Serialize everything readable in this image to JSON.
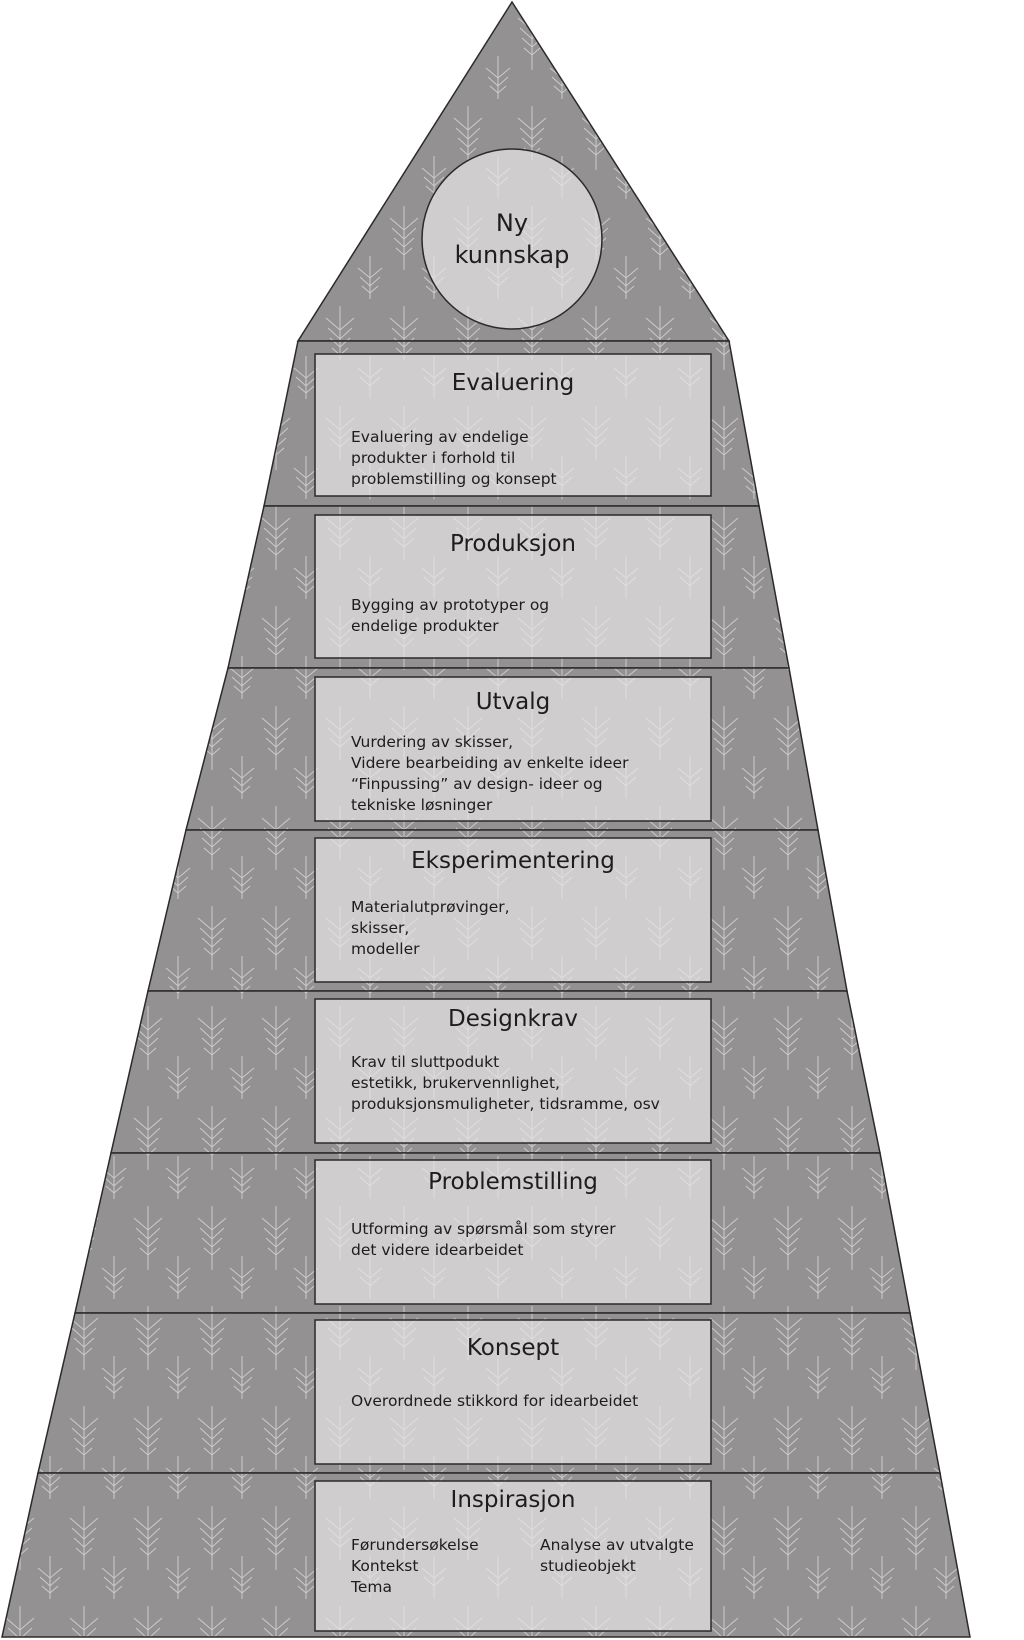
{
  "apex": {
    "line1": "Ny",
    "line2": "kunnskap"
  },
  "levels": [
    {
      "title": "Evaluering",
      "lines": [
        "Evaluering av endelige",
        "produkter i forhold til",
        "problemstilling og konsept"
      ]
    },
    {
      "title": "Produksjon",
      "lines": [
        "Bygging av prototyper og",
        "endelige produkter"
      ]
    },
    {
      "title": "Utvalg",
      "lines": [
        "Vurdering av skisser,",
        "Videre bearbeiding av enkelte ideer",
        "“Finpussing” av design- ideer og",
        "tekniske løsninger"
      ]
    },
    {
      "title": "Eksperimentering",
      "lines": [
        "Materialutprøvinger,",
        "skisser,",
        "modeller"
      ]
    },
    {
      "title": "Designkrav",
      "lines": [
        "Krav til sluttpodukt",
        "estetikk, brukervennlighet,",
        "produksjonsmuligheter, tidsramme, osv"
      ]
    },
    {
      "title": "Problemstilling",
      "lines": [
        "Utforming av spørsmål som styrer",
        "det videre idearbeidet"
      ]
    },
    {
      "title": "Konsept",
      "lines": [
        "Overordnede stikkord for idearbeidet"
      ]
    },
    {
      "title": "Inspirasjon",
      "lines": [
        "Førundersøkelse",
        "Kontekst",
        "Tema"
      ],
      "lines_right": [
        "Analyse av utvalgte",
        "studieobjekt"
      ]
    }
  ]
}
